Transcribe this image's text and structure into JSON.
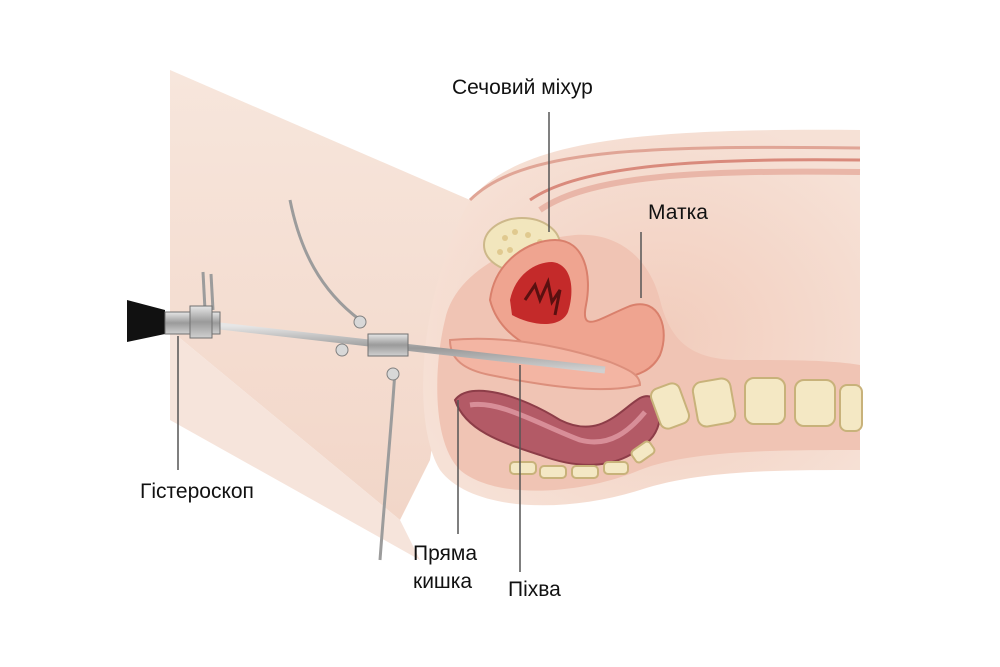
{
  "labels": {
    "bladder": "Сечовий міхур",
    "uterus": "Матка",
    "hysteroscope": "Гістероскоп",
    "rectum_line1": "Пряма",
    "rectum_line2": "кишка",
    "vagina": "Піхва"
  },
  "colors": {
    "background": "#ffffff",
    "skin": "#f3d7c9",
    "tissue": "#edbfae",
    "uterus": "#efa490",
    "uterine_cavity": "#c42a2a",
    "bladder": "#f2e6bd",
    "rectum": "#b35a66",
    "bone": "#f4e8c4",
    "metal": "#a6a6a6",
    "leader_line": "#555555",
    "label_text": "#111111"
  }
}
